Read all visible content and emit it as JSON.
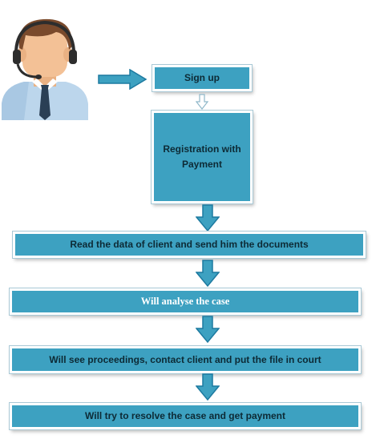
{
  "colors": {
    "box_fill": "#3da1c1",
    "arrow_fill": "#3da1c1",
    "arrow_outline": "#1d7aa0"
  },
  "avatar": {
    "icon": "call-center-agent-icon"
  },
  "steps": [
    {
      "label": "Sign up"
    },
    {
      "label": "Registration with Payment"
    },
    {
      "label": "Read the data of client and send him the documents"
    },
    {
      "label": "Will analyse the case"
    },
    {
      "label": "Will see proceedings, contact client and put the file in court"
    },
    {
      "label": "Will try to resolve the case and get payment"
    }
  ]
}
